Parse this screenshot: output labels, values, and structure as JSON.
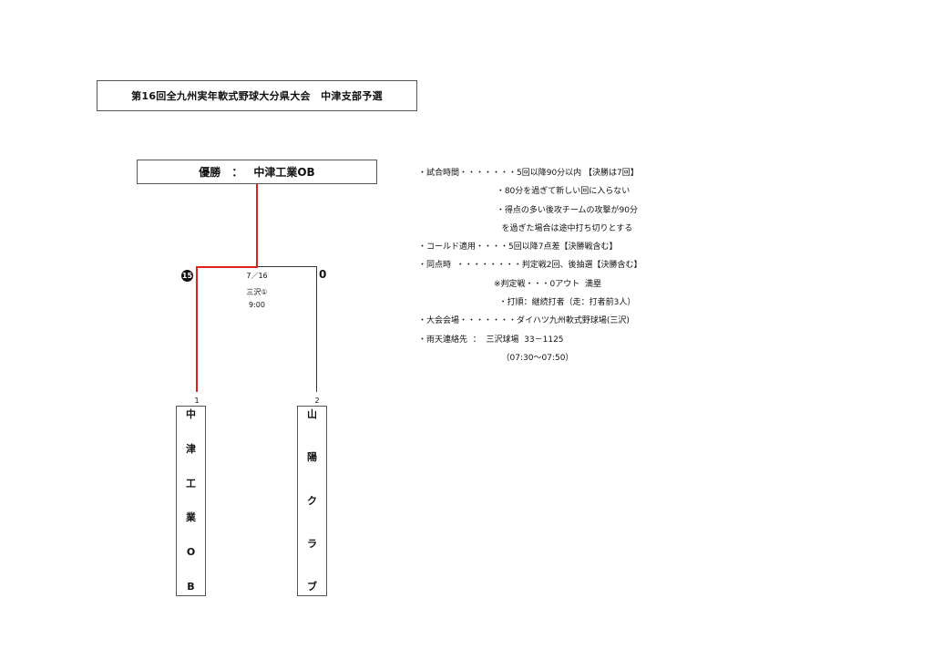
{
  "document": {
    "title": "第16回全九州実年軟式野球大分県大会　中津支部予選",
    "winner": {
      "label": "優勝",
      "separator": "：",
      "team": "中津工業OB"
    }
  },
  "bracket": {
    "match": {
      "date": "7／16",
      "venue": "三沢①",
      "time": "9:00",
      "score_left": "15",
      "score_right": "0",
      "winner_line_color": "#e02020",
      "loser_line_color": "#333333"
    },
    "teams": [
      {
        "seed": "1",
        "name_chars": [
          "中",
          "津",
          "工",
          "業",
          "O",
          "B"
        ],
        "winner": true
      },
      {
        "seed": "2",
        "name_chars": [
          "山",
          "陽",
          "ク",
          "ラ",
          "ブ"
        ],
        "winner": false
      }
    ]
  },
  "notes": [
    "・試合時間・・・・・・・5回以降90分以内 【決勝は7回】",
    "                              ・80分を過ぎて新しい回に入らない",
    "                              ・得点の多い後攻チームの攻撃が90分",
    "                                を過ぎた場合は途中打ち切りとする",
    "・コールド適用・・・・5回以降7点差【決勝戦含む】",
    "・同点時  ・・・・・・・・判定戦2回、後抽選【決勝含む】",
    "                             ※判定戦・・・0アウト  満塁",
    "                               ・打順：継続打者（走：打者前3人）",
    "・大会会場・・・・・・・ダイハツ九州軟式野球場(三沢)",
    "・雨天連絡先  ：  三沢球場  33－1125",
    "                                （07:30～07:50）"
  ]
}
